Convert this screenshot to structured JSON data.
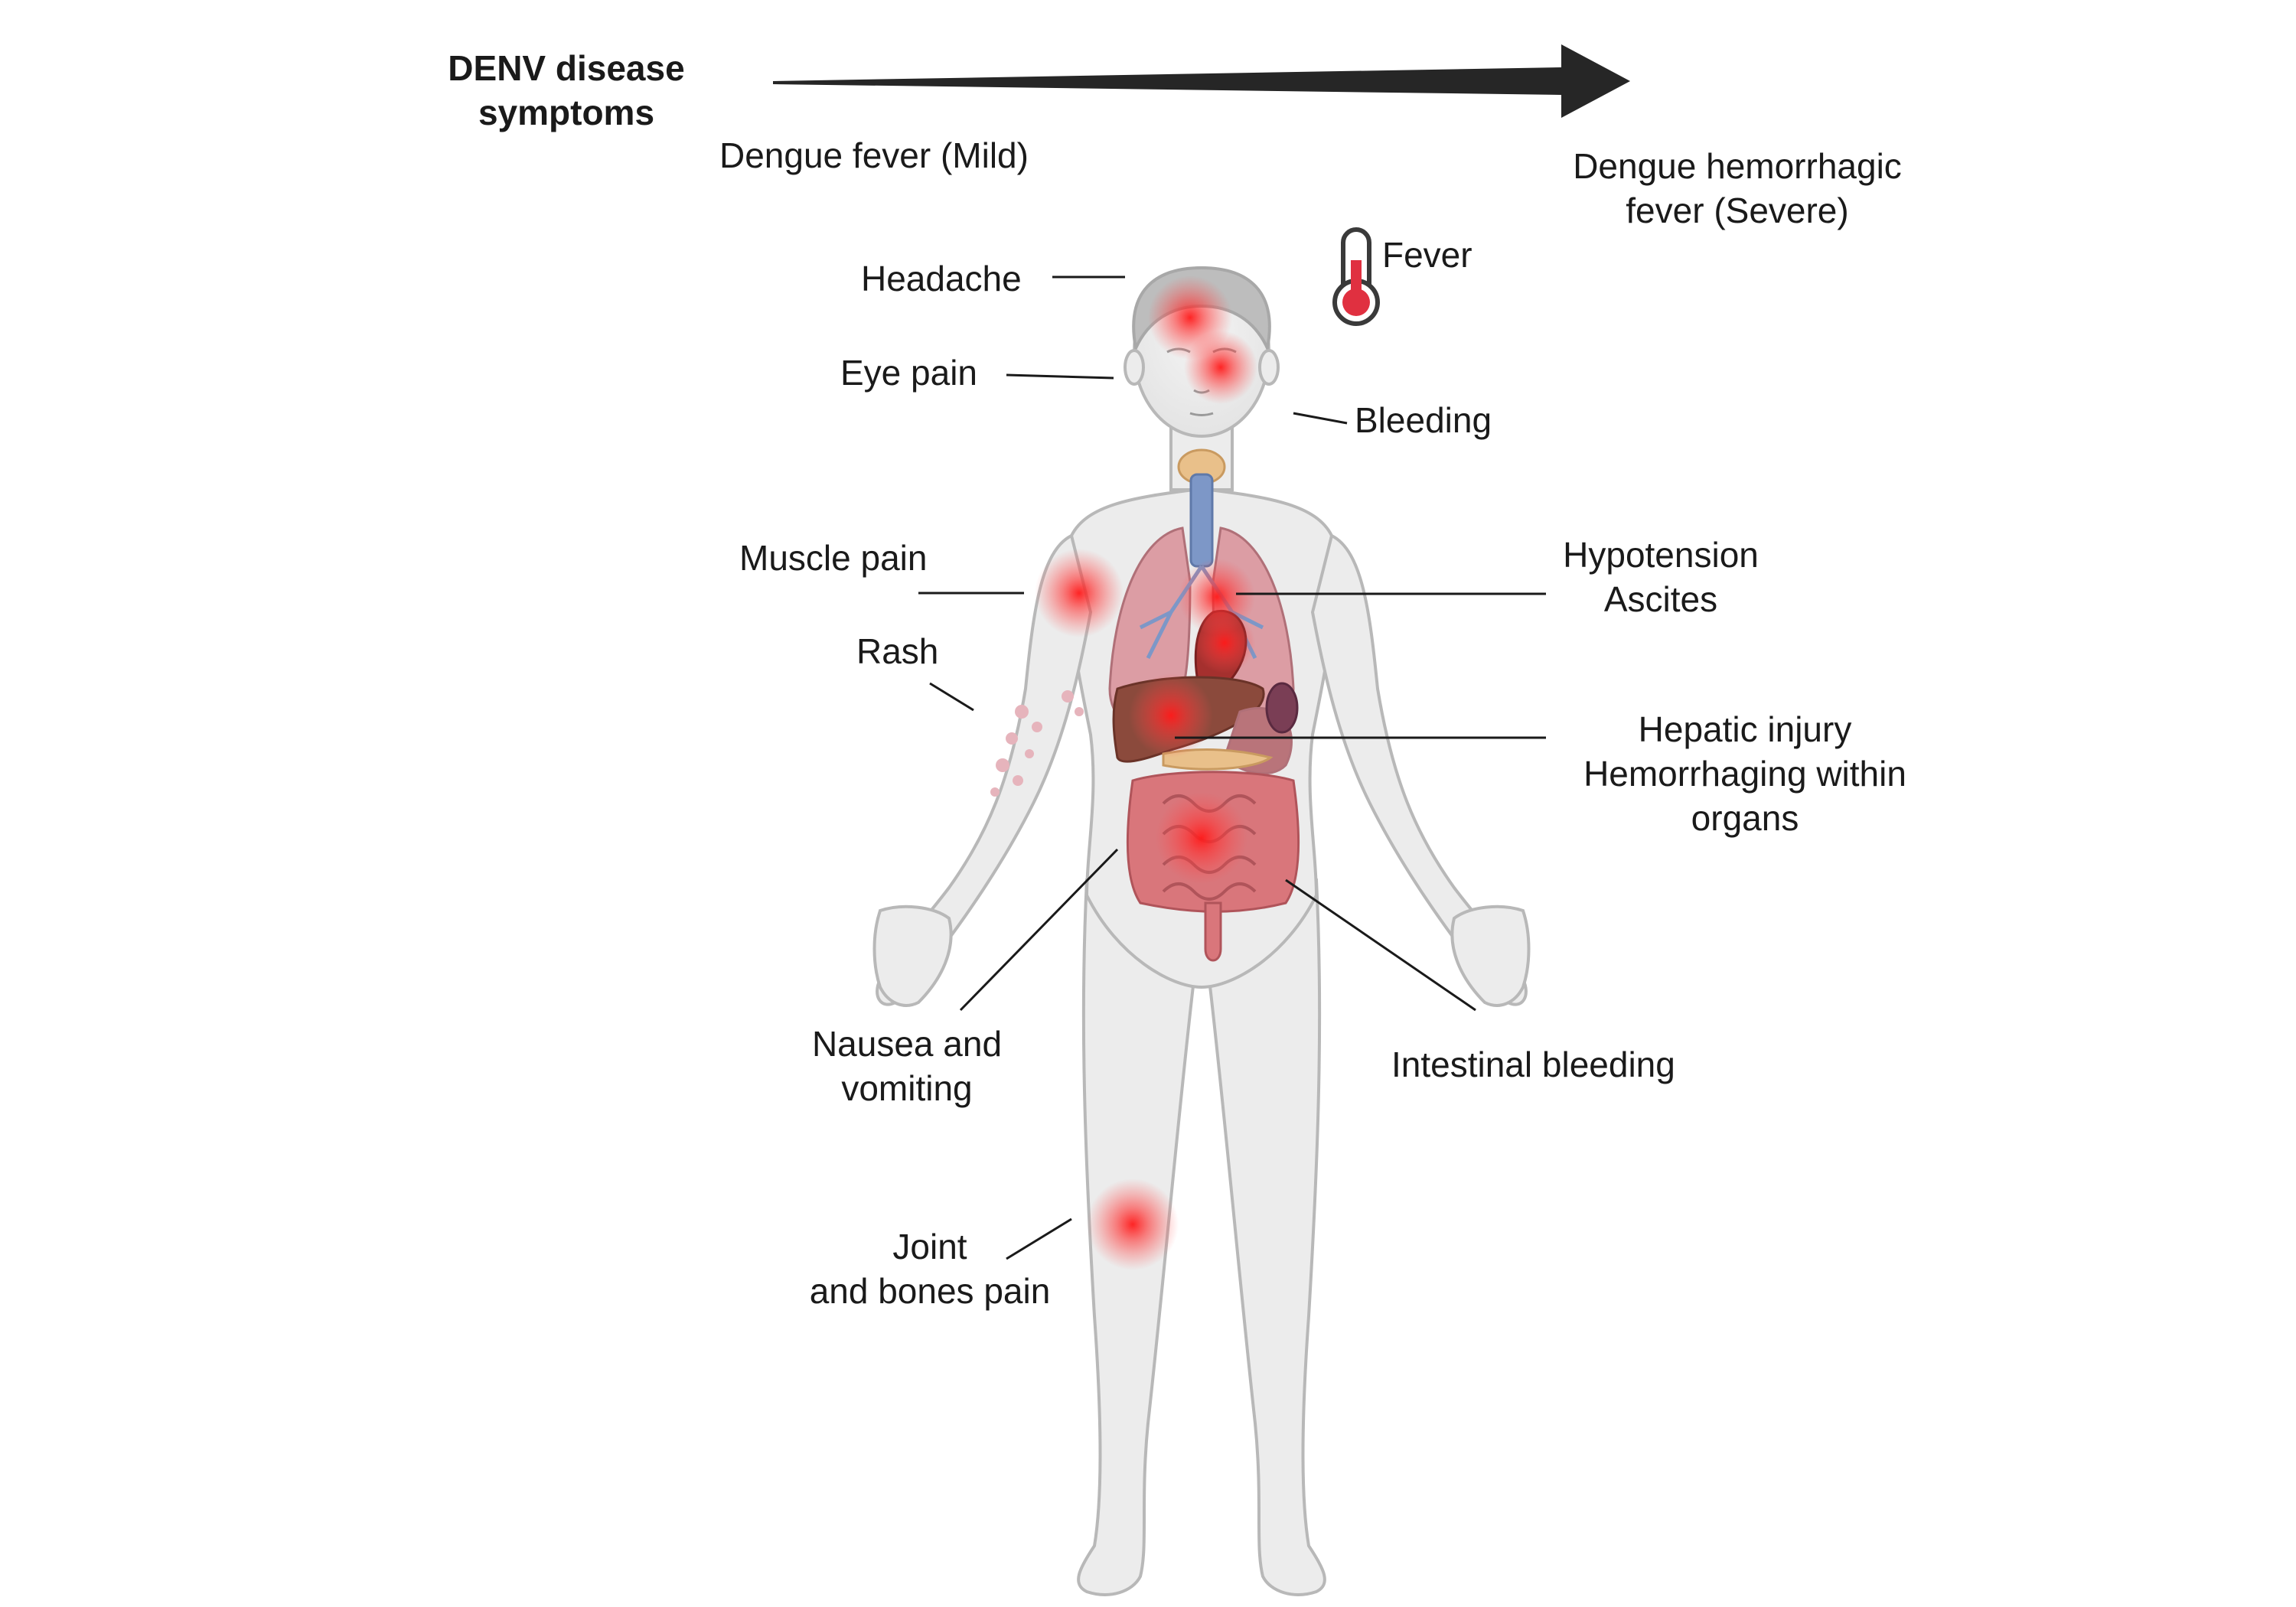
{
  "title": {
    "line1": "DENV disease",
    "line2": "symptoms"
  },
  "severity": {
    "mild": "Dengue fever (Mild)",
    "severe_line1": "Dengue hemorrhagic",
    "severe_line2": "fever (Severe)"
  },
  "symptoms": {
    "headache": "Headache",
    "eye_pain": "Eye pain",
    "fever": "Fever",
    "bleeding": "Bleeding",
    "muscle_pain": "Muscle pain",
    "rash": "Rash",
    "hypotension": "Hypotension",
    "ascites": "Ascites",
    "hepatic_injury": "Hepatic injury",
    "hemorrhaging_line1": "Hemorrhaging within",
    "hemorrhaging_line2": "organs",
    "nausea_line1": "Nausea and",
    "nausea_line2": "vomiting",
    "intestinal_bleeding": "Intestinal bleeding",
    "joint_line1": "Joint",
    "joint_line2": "and bones pain"
  },
  "colors": {
    "arrow": "#262626",
    "body_fill": "#ececec",
    "body_outline": "#b8b8b8",
    "pain_spot": "#ff2020",
    "lungs": "#d98f98",
    "liver": "#8b4a3c",
    "intestine": "#d9767b",
    "trachea": "#7d97c7"
  }
}
